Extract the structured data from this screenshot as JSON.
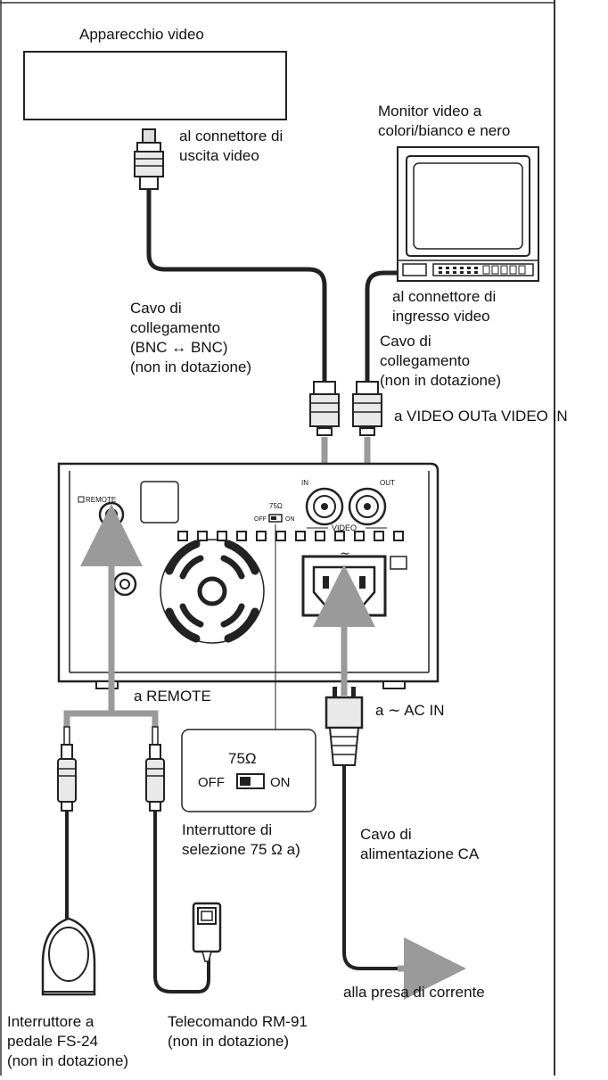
{
  "labels": {
    "video_device": "Apparecchio video",
    "video_output_connector": [
      "al connettore di",
      "uscita video"
    ],
    "monitor": [
      "Monitor video a",
      "colori/bianco e nero"
    ],
    "video_input_connector": [
      "al connettore di",
      "ingresso video"
    ],
    "cable_bnc": [
      "Cavo di",
      "collegamento",
      "(BNC ↔ BNC)",
      "(non in dotazione)"
    ],
    "cable_right": [
      "Cavo di",
      "collegamento",
      "(non in dotazione)"
    ],
    "to_video_out": "a VIDEO OUT",
    "to_video_in": "a VIDEO IN",
    "to_remote": "a REMOTE",
    "to_ac_in": "a ∼ AC IN",
    "switch_75": [
      "Interruttore di",
      "selezione 75 Ω a)"
    ],
    "power_cable": [
      "Cavo di",
      "alimentazione CA"
    ],
    "to_outlet": "alla presa di corrente",
    "footswitch": [
      "Interruttore a",
      "pedale FS-24",
      "(non in dotazione)"
    ],
    "remote_control": [
      "Telecomando RM-91",
      "(non in dotazione)"
    ]
  },
  "panel": {
    "remote_jack": "REMOTE",
    "in_port": "IN",
    "out_port": "OUT",
    "video_group": "VIDEO",
    "switch_small": "75Ω",
    "switch_off": "OFF",
    "switch_on": "ON"
  },
  "callout": {
    "title": "75Ω",
    "off": "OFF",
    "on": "ON"
  }
}
